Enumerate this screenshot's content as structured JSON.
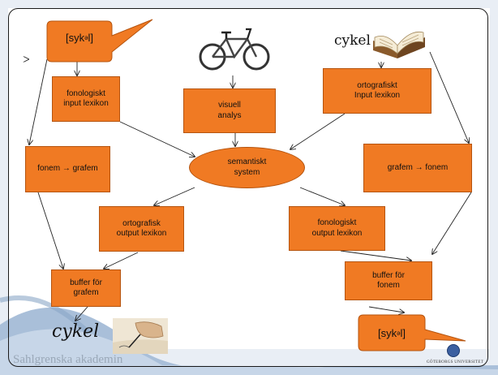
{
  "boxes": {
    "fonologiskt_input": "fonologiskt\ninput lexikon",
    "visuell": "visuell\nanalys",
    "ortografiskt_input": "ortografiskt\nInput lexikon",
    "fonem_grafem": "fonem → grafem",
    "grafem_fonem": "grafem → fonem",
    "semantiskt": "semantiskt\nsystem",
    "ortografisk_output": "ortografisk\noutput lexikon",
    "fonologiskt_output": "fonologiskt\noutput lexikon",
    "buffer_grafem": "buffer för\ngrafem",
    "buffer_fonem": "buffer för\nfonem"
  },
  "bubbles": {
    "top_left": {
      "text": "[syk",
      "sup": "ə",
      "close": "l]"
    },
    "bottom_right": {
      "text": "[syk",
      "sup": "ə",
      "close": "l]"
    }
  },
  "words": {
    "printed": "cykel",
    "handwritten": "cykel"
  },
  "footer": {
    "institution": "Sahlgrenska akademin",
    "university": "GÖTEBORGS UNIVERSITET"
  },
  "colors": {
    "box_fill": "#f07a23",
    "bubble_fill": "#f07a23",
    "background_wave": "#9eb6d3"
  },
  "icons": [
    "bicycle-icon",
    "open-book-icon",
    "writing-hand-icon",
    "university-seal-icon"
  ]
}
